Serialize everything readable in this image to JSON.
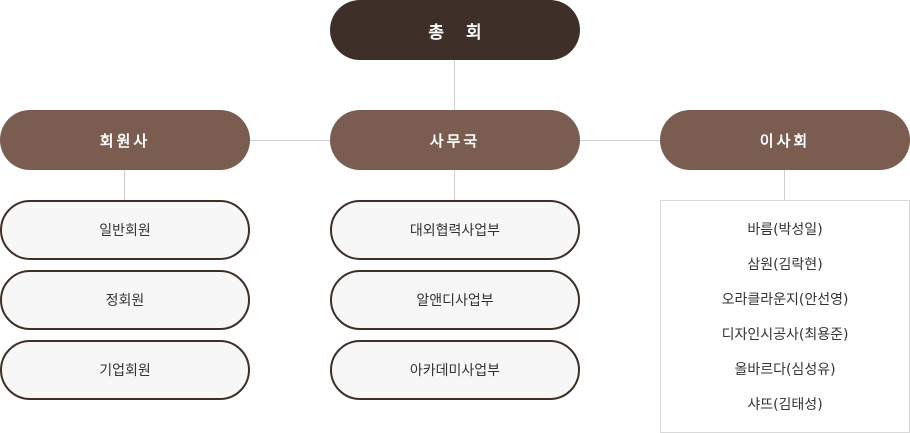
{
  "top": {
    "label": "총 회"
  },
  "branches": [
    {
      "label": "회원사",
      "children": [
        "일반회원",
        "정회원",
        "기업회원"
      ]
    },
    {
      "label": "사무국",
      "children": [
        "대외협력사업부",
        "알앤디사업부",
        "아카데미사업부"
      ]
    },
    {
      "label": "이사회",
      "members": [
        "바름(박성일)",
        "삼원(김락현)",
        "오라클라운지(안선영)",
        "디자인시공사(최용준)",
        "올바르다(심성유)",
        "샤뜨(김태성)"
      ]
    }
  ],
  "colors": {
    "top": "#3e2f28",
    "branch": "#7a5d50",
    "sub_border": "#3e2f28",
    "connector": "#cfcfcf"
  }
}
